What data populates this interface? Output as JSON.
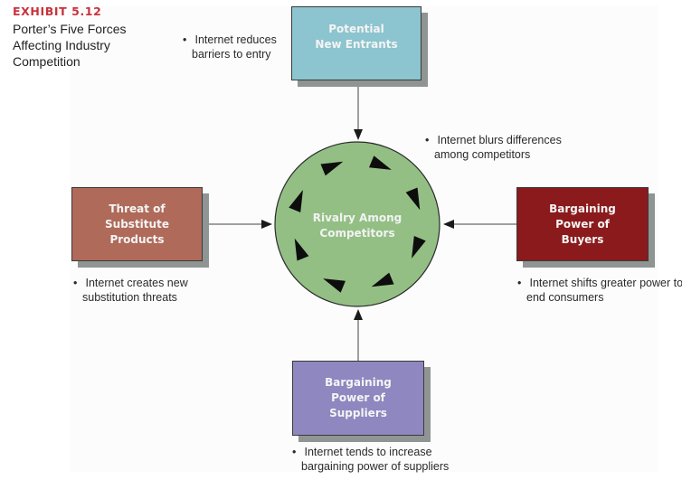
{
  "exhibit": {
    "label": "EXHIBIT 5.12",
    "title": "Porter’s Five Forces Affecting Industry Competition"
  },
  "center": {
    "label": "Rivalry Among\nCompetitors",
    "color": "#93bf85",
    "note": "Internet blurs differences among competitors"
  },
  "forces": {
    "new_entrants": {
      "label": "Potential\nNew Entrants",
      "color": "#8cc4cf",
      "note": "Internet reduces barriers to entry"
    },
    "substitutes": {
      "label": "Threat of\nSubstitute\nProducts",
      "color": "#b06a5a",
      "note": "Internet creates new substitution threats"
    },
    "buyers": {
      "label": "Bargaining\nPower of\nBuyers",
      "color": "#8b1a1c",
      "note": "Internet shifts greater power to end consumers"
    },
    "suppliers": {
      "label": "Bargaining\nPower of\nSuppliers",
      "color": "#8e87c0",
      "note": "Internet tends to increase bargaining power of suppliers"
    }
  },
  "icons": {
    "arrow": "arrow-icon",
    "rivalry_arrowheads": "circular-arrowhead-icon"
  }
}
